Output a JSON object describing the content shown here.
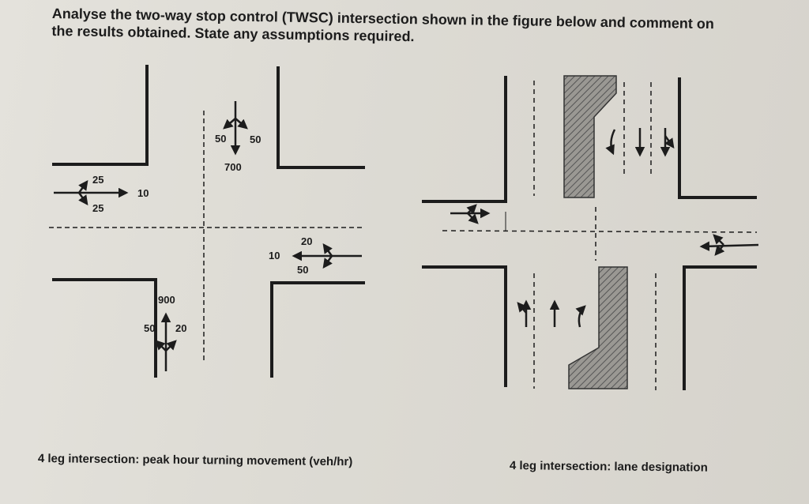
{
  "prompt": {
    "line1": "Analyse the two-way stop control (TWSC) intersection shown in the figure below and comment on",
    "line2": "the results obtained. State any assumptions required."
  },
  "left_figure": {
    "caption": "4 leg intersection: peak hour turning movement (veh/hr)",
    "north_approach": {
      "left": "50",
      "through": "700",
      "right": "50"
    },
    "south_approach": {
      "through": "900",
      "left": "50",
      "right": "20"
    },
    "west_approach": {
      "left": "25",
      "through": "10",
      "right": "25"
    },
    "east_approach": {
      "left": "20",
      "through": "10",
      "right": "50"
    }
  },
  "right_figure": {
    "caption": "4 leg intersection: lane designation"
  }
}
